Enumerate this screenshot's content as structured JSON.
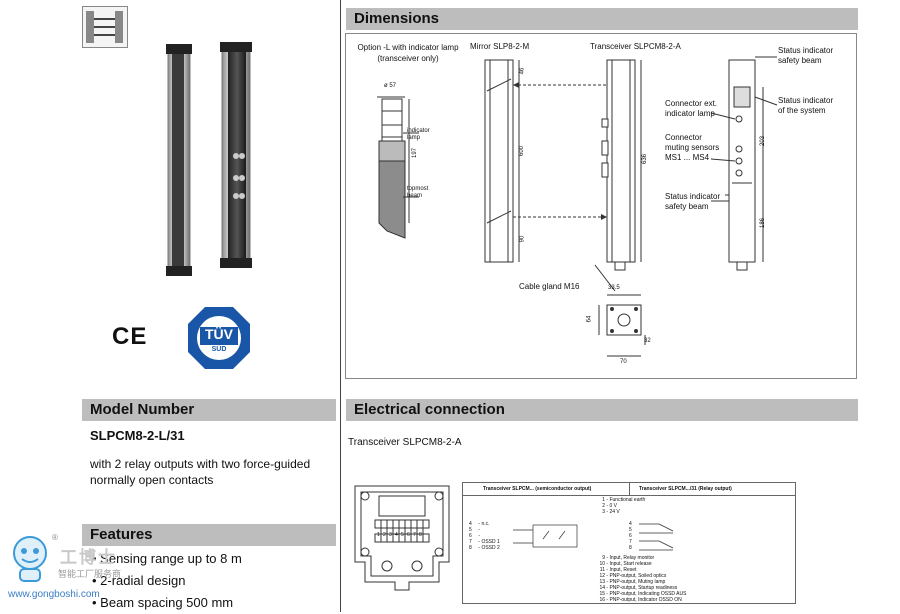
{
  "left": {
    "model_heading": "Model Number",
    "model_number": "SLPCM8-2-L/31",
    "model_desc": "with 2 relay outputs with two force-guided normally open contacts",
    "ce_mark": "CE",
    "tuv_top": "TÜV",
    "tuv_bottom": "SÜD",
    "features_heading": "Features",
    "features": [
      "Sensing range up to 8 m",
      "2-radial design",
      "Beam spacing 500 mm"
    ]
  },
  "watermark": {
    "brand": "工博士",
    "sub": "智能工厂服务商",
    "url": "www.gongboshi.com",
    "reg": "®"
  },
  "dimensions": {
    "heading": "Dimensions",
    "option_label_1": "Option -L with indicator lamp",
    "option_label_2": "(transceiver only)",
    "mirror_label": "Mirror SLP8-2-M",
    "transceiver_label": "Transceiver SLPCM8-2-A",
    "dia": "ø 57",
    "indicator_lamp_1": "indicator",
    "indicator_lamp_2": "lamp",
    "dim_197": "197",
    "topmost_1": "topmost",
    "topmost_2": "beam",
    "dim_46": "46",
    "dim_600": "600",
    "dim_90": "90",
    "dim_636": "636",
    "cable_gland": "Cable gland M16",
    "dim_33_5": "33.5",
    "dim_64": "64",
    "dim_32": "32",
    "dim_70": "70",
    "status_beam_top_1": "Status indicator",
    "status_beam_top_2": "safety beam",
    "status_system_1": "Status indicator",
    "status_system_2": "of the system",
    "conn_ext_1": "Connector ext.",
    "conn_ext_2": "indicator lamp",
    "conn_muting_1": "Connector",
    "conn_muting_2": "muting sensors",
    "conn_muting_3": "MS1 ... MS4",
    "status_beam_bot_1": "Status indicator",
    "status_beam_bot_2": "safety beam",
    "dim_203": "203",
    "dim_186": "186"
  },
  "electrical": {
    "heading": "Electrical connection",
    "subtitle": "Transceiver SLPCM8-2-A",
    "table_head_1": "Transceiver SLPCM... (semiconductor output)",
    "table_head_2": "Transceiver SLPCM.../31 (Relay output)",
    "top_rows": [
      {
        "num": "1",
        "label": "Functional earth"
      },
      {
        "num": "2",
        "label": "0 V"
      },
      {
        "num": "3",
        "label": "24 V"
      }
    ],
    "left_rows": [
      {
        "num": "4",
        "label": "n.c."
      },
      {
        "num": "5",
        "label": ""
      },
      {
        "num": "6",
        "label": ""
      },
      {
        "num": "7",
        "label": "OSSD 1"
      },
      {
        "num": "8",
        "label": "OSSD 2"
      }
    ],
    "right_nums": [
      "4",
      "5",
      "6",
      "7",
      "8"
    ],
    "bottom_rows": [
      {
        "num": "9",
        "label": "Input, Relay monitor"
      },
      {
        "num": "10",
        "label": "Input, Start release"
      },
      {
        "num": "11",
        "label": "Input, Reset"
      },
      {
        "num": "12",
        "label": "PNP-output, Soiled optics"
      },
      {
        "num": "13",
        "label": "PNP-output, Muting lamp"
      },
      {
        "num": "14",
        "label": "PNP-output, Startup readiness"
      },
      {
        "num": "15",
        "label": "PNP-output, Indicating OSSD AUS"
      },
      {
        "num": "16",
        "label": "PNP-output, Indicator OSSD ON"
      }
    ],
    "terminal_nums": [
      "1",
      "2",
      "3",
      "4",
      "5",
      "6",
      "7",
      "8"
    ]
  }
}
